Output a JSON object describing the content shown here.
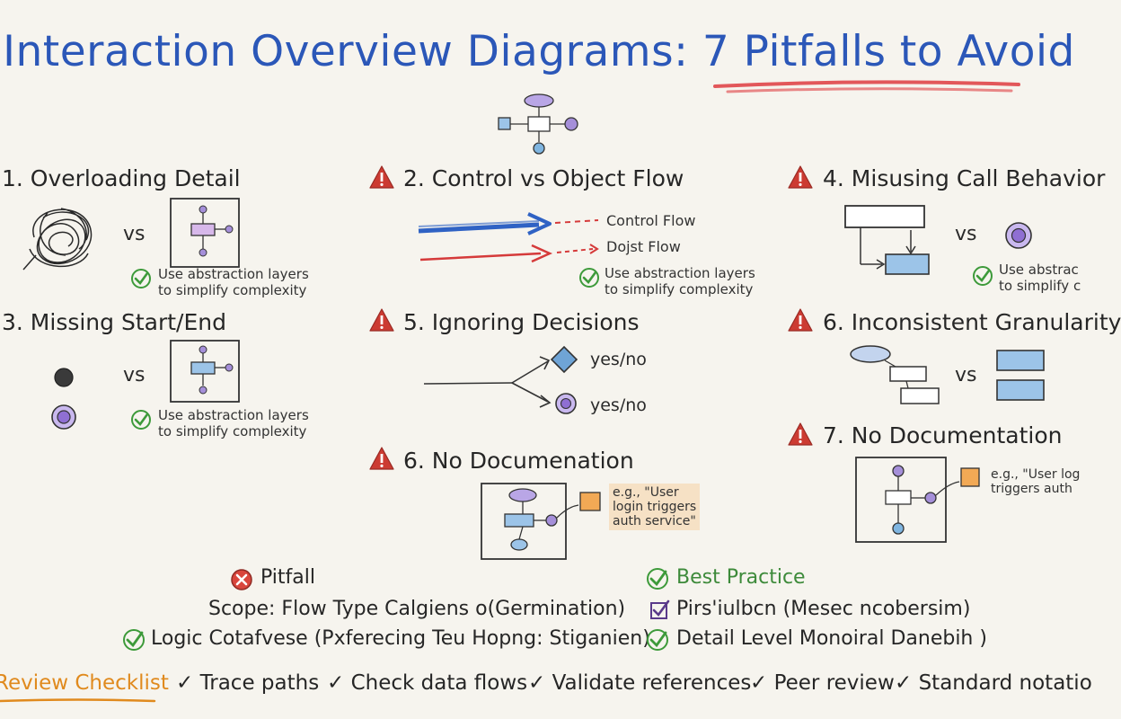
{
  "title": "Interaction Overview Diagrams: 7 Pitfalls to Avoid",
  "colors": {
    "title": "#2b57b8",
    "warning": "#cc3b32",
    "check": "#3d9a3a",
    "best_practice": "#3d8a3a",
    "accent_underline": "#e2575a",
    "checklist_label": "#e08a1e",
    "control_flow": "#2f62c4",
    "object_flow": "#d53a3a",
    "purple_node": "#a58fd9",
    "blue_node": "#9cc4e8"
  },
  "sections": {
    "s1": {
      "heading": "1. Overloading Detail",
      "vs": "vs",
      "tip": [
        "Use abstraction layers",
        "to simplify complexity"
      ]
    },
    "s2": {
      "heading": "2. Control vs Object Flow",
      "control_label": "Control Flow",
      "object_label": "Dojst Flow",
      "tip": [
        "Use abstraction layers",
        "to simplify complexity"
      ]
    },
    "s3": {
      "heading": "3. Missing Start/End",
      "vs": "vs",
      "tip": [
        "Use abstraction layers",
        "to simplify complexity"
      ]
    },
    "s4": {
      "heading": "4. Misusing Call Behavior",
      "vs": "vs",
      "tip": [
        "Use abstrac",
        "to simplify c"
      ]
    },
    "s5": {
      "heading": "5. Ignoring Decisions",
      "branch1": "yes/no",
      "branch2": "yes/no"
    },
    "s6a": {
      "heading": "6. Inconsistent Granularity",
      "vs": "vs"
    },
    "s6b": {
      "heading": "6. No Documenation",
      "note": [
        "e.g., \"User",
        "login triggers",
        "auth service\""
      ]
    },
    "s7": {
      "heading": "7. No Documentation",
      "note": [
        "e.g., \"User log",
        "triggers auth"
      ]
    }
  },
  "legend": {
    "pitfall": "Pitfall",
    "best_practice": "Best Practice",
    "row1_left": "Scope: Flow Type Calgiens o(Germination)",
    "row1_right": "Pirs'iulbcn (Mesec ncobersim)",
    "row2_left": "Logic Cotafvese  (Pxferecing Teu  Hopng: Stiganien)",
    "row2_right": "Detail Level  Monoiral Danebih )"
  },
  "checklist": {
    "label": "Review Checklist",
    "items": [
      "✓ Trace paths",
      "✓ Check data flows",
      "✓ Validate references",
      "✓ Peer review",
      "✓ Standard notatio"
    ]
  }
}
